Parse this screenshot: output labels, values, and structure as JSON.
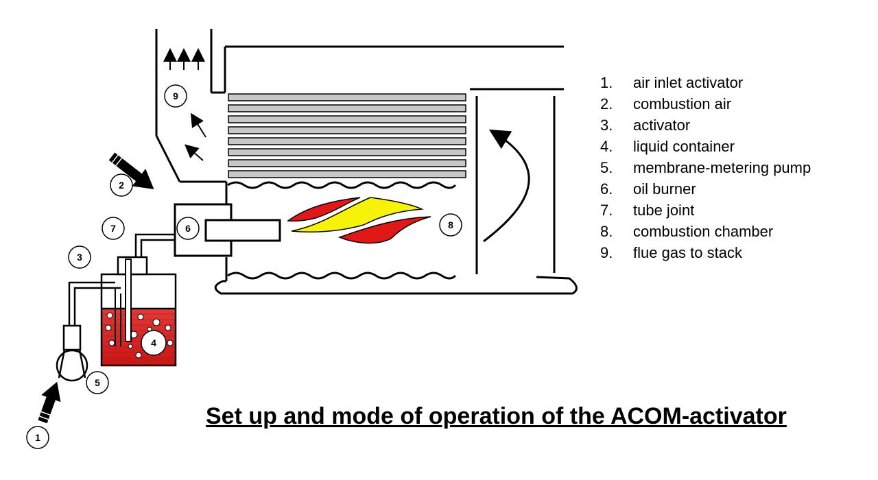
{
  "title": "Set up and mode of operation of the ACOM-activator",
  "legend": [
    {
      "num": "1.",
      "text": "air inlet activator"
    },
    {
      "num": "2.",
      "text": "combustion air"
    },
    {
      "num": "3.",
      "text": "activator"
    },
    {
      "num": "4.",
      "text": "liquid container"
    },
    {
      "num": "5.",
      "text": "membrane-metering pump"
    },
    {
      "num": "6.",
      "text": "oil burner"
    },
    {
      "num": "7.",
      "text": "tube joint"
    },
    {
      "num": "8.",
      "text": "combustion chamber"
    },
    {
      "num": "9.",
      "text": "flue gas to stack"
    }
  ],
  "markers": {
    "m1": "1",
    "m2": "2",
    "m3": "3",
    "m4": "4",
    "m5": "5",
    "m6": "6",
    "m7": "7",
    "m8": "8",
    "m9": "9"
  },
  "colors": {
    "liquid": "#d9262b",
    "flame_red": "#e01818",
    "flame_yellow": "#f7f20a",
    "tube_fill": "#c8c8c8"
  }
}
